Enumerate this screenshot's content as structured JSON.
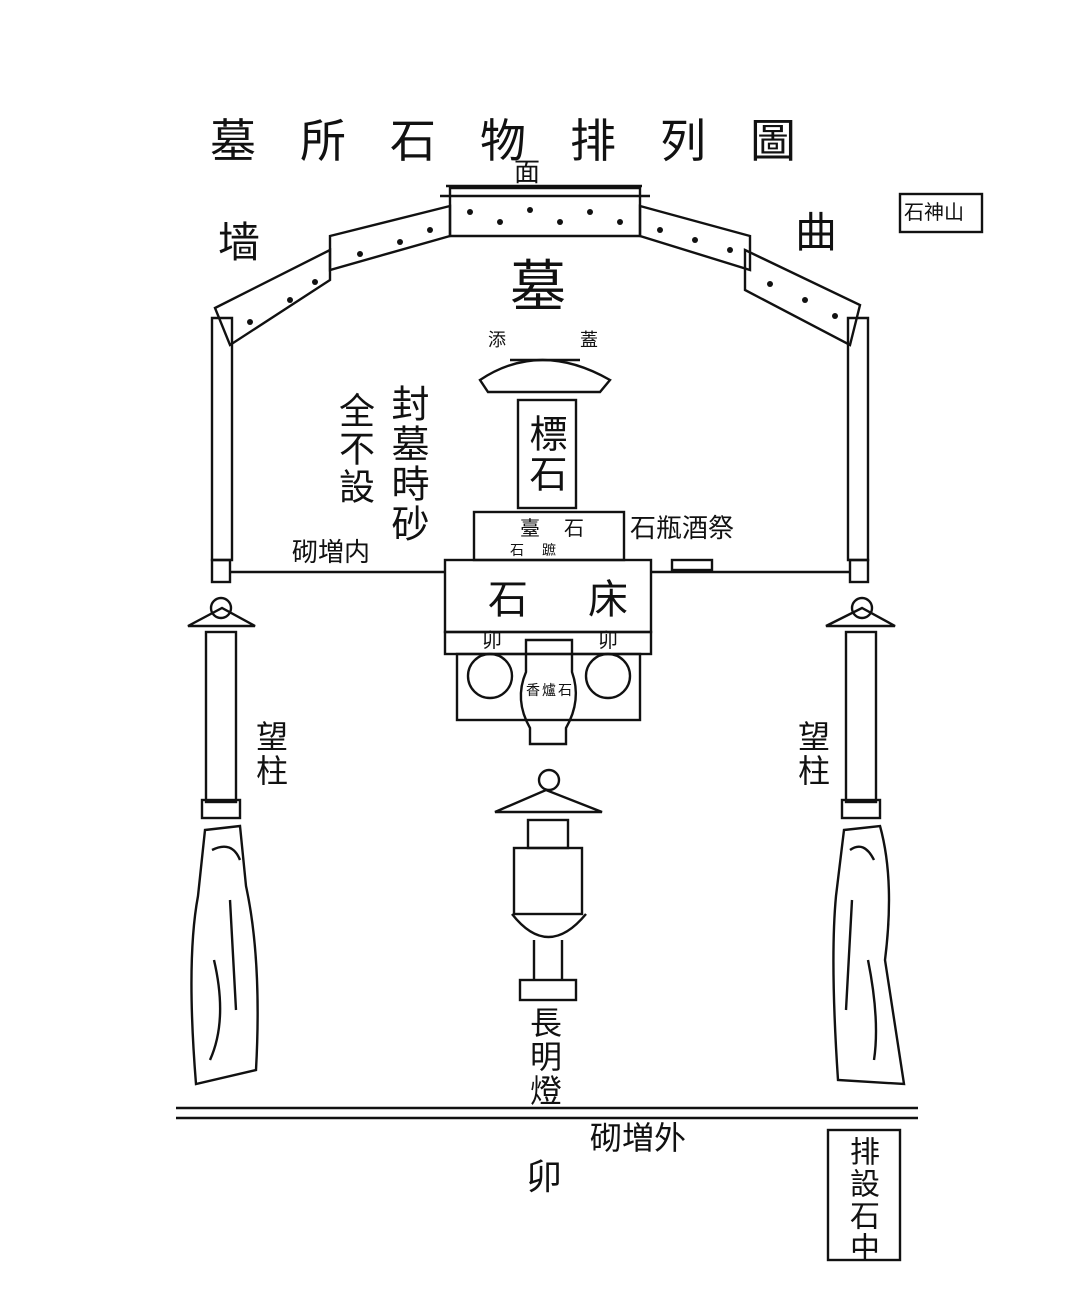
{
  "title": "墓所石物排列圖",
  "labels": {
    "back": "面",
    "curved_wall": "曲",
    "wall": "墙",
    "tomb": "墓",
    "capstone": "蓋",
    "capstone_note": "添",
    "marker_stone": "標石",
    "sealing_note_1": "封墓時砂",
    "sealing_note_2": "全不設",
    "inner_steps": "内増砌",
    "platform_stone": "臺石",
    "platform_base": "石蹠",
    "sacrificial_vessel": "祭酒瓶石",
    "stone_table": "石床",
    "table_mark_left": "卯",
    "table_mark_right": "卯",
    "incense_stone": "香爐石",
    "pillar_left": "望柱",
    "pillar_right": "望柱",
    "lamp": "長明燈",
    "outer_steps": "外増砌",
    "outer_mark": "卯",
    "side_box": "排設石中",
    "corner_box": "山神石"
  }
}
